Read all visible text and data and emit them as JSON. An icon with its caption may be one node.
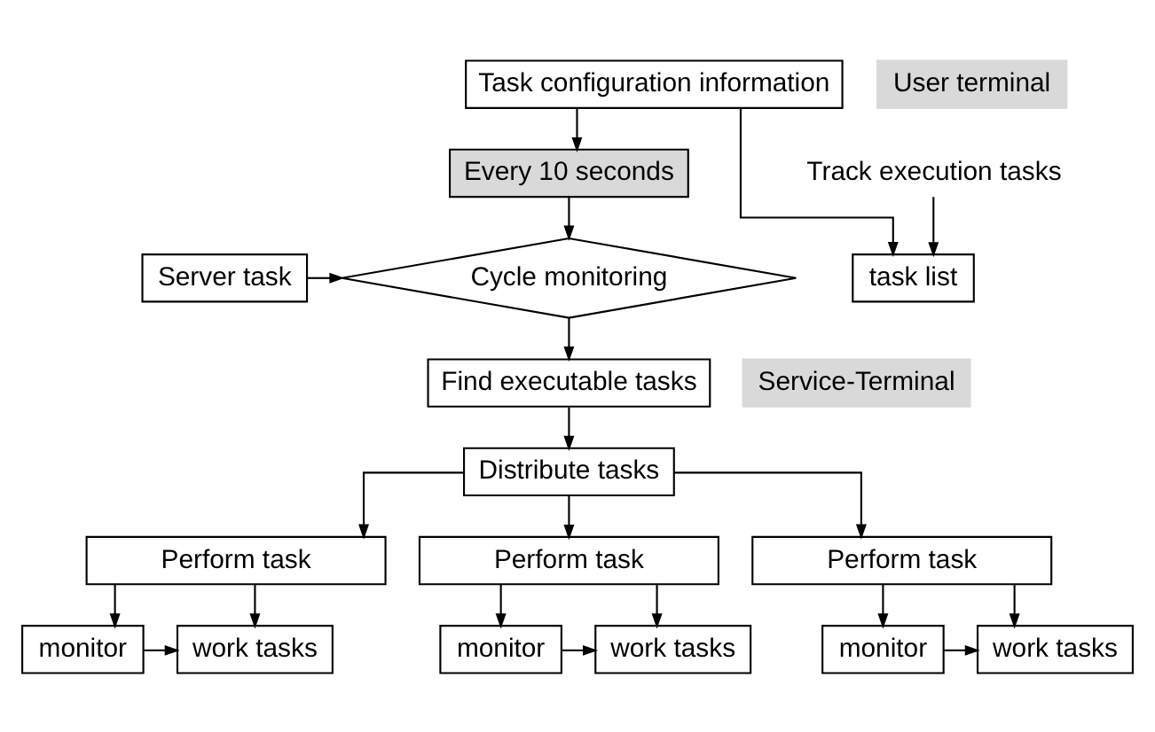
{
  "diagram": {
    "nodes": [
      {
        "text": [
          "Task configuration information"
        ]
      },
      {
        "text": [
          "User terminal"
        ]
      },
      {
        "text": [
          "Track execution tasks"
        ]
      },
      {
        "text": [
          "Every 10 seconds"
        ]
      },
      {
        "text": [
          "task list"
        ]
      },
      {
        "text": [
          "Cycle monitoring"
        ]
      },
      {
        "text": [
          "Server task"
        ]
      },
      {
        "text": [
          "Find executable tasks"
        ]
      },
      {
        "text": [
          "Service-Terminal"
        ]
      },
      {
        "text": [
          "Distribute tasks"
        ]
      },
      {
        "text": [
          "Perform task"
        ]
      },
      {
        "text": [
          "Perform task"
        ]
      },
      {
        "text": [
          "Perform task"
        ]
      },
      {
        "text": [
          "work tasks"
        ]
      },
      {
        "text": [
          "monitor"
        ]
      },
      {
        "text": [
          "work tasks"
        ]
      },
      {
        "text": [
          "monitor"
        ]
      },
      {
        "text": [
          "work tasks"
        ]
      },
      {
        "text": [
          "monitor"
        ]
      }
    ],
    "edges": [
      {
        "from": 0,
        "to": 4,
        "arrow": "to"
      },
      {
        "from": 0,
        "to": 3,
        "arrow": "to"
      },
      {
        "from": 2,
        "to": 4,
        "arrow": "to"
      },
      {
        "from": 3,
        "to": 5,
        "arrow": "to"
      },
      {
        "from": 6,
        "to": 5,
        "arrow": "to"
      },
      {
        "from": 5,
        "to": 7,
        "arrow": "to"
      },
      {
        "from": 7,
        "to": 9,
        "arrow": "to"
      },
      {
        "from": 9,
        "to": 10,
        "arrow": "to"
      },
      {
        "from": 9,
        "to": 11,
        "arrow": "to"
      },
      {
        "from": 9,
        "to": 12,
        "arrow": "to"
      },
      {
        "from": 10,
        "to": 13,
        "arrow": "to"
      },
      {
        "from": 10,
        "to": 14,
        "arrow": "to"
      },
      {
        "from": 14,
        "to": 13,
        "arrow": "to"
      },
      {
        "from": 11,
        "to": 15,
        "arrow": "to"
      },
      {
        "from": 11,
        "to": 16,
        "arrow": "to"
      },
      {
        "from": 16,
        "to": 15,
        "arrow": "to"
      },
      {
        "from": 12,
        "to": 17,
        "arrow": "to"
      },
      {
        "from": 12,
        "to": 18,
        "arrow": "to"
      },
      {
        "from": 18,
        "to": 17,
        "arrow": "to"
      }
    ]
  }
}
